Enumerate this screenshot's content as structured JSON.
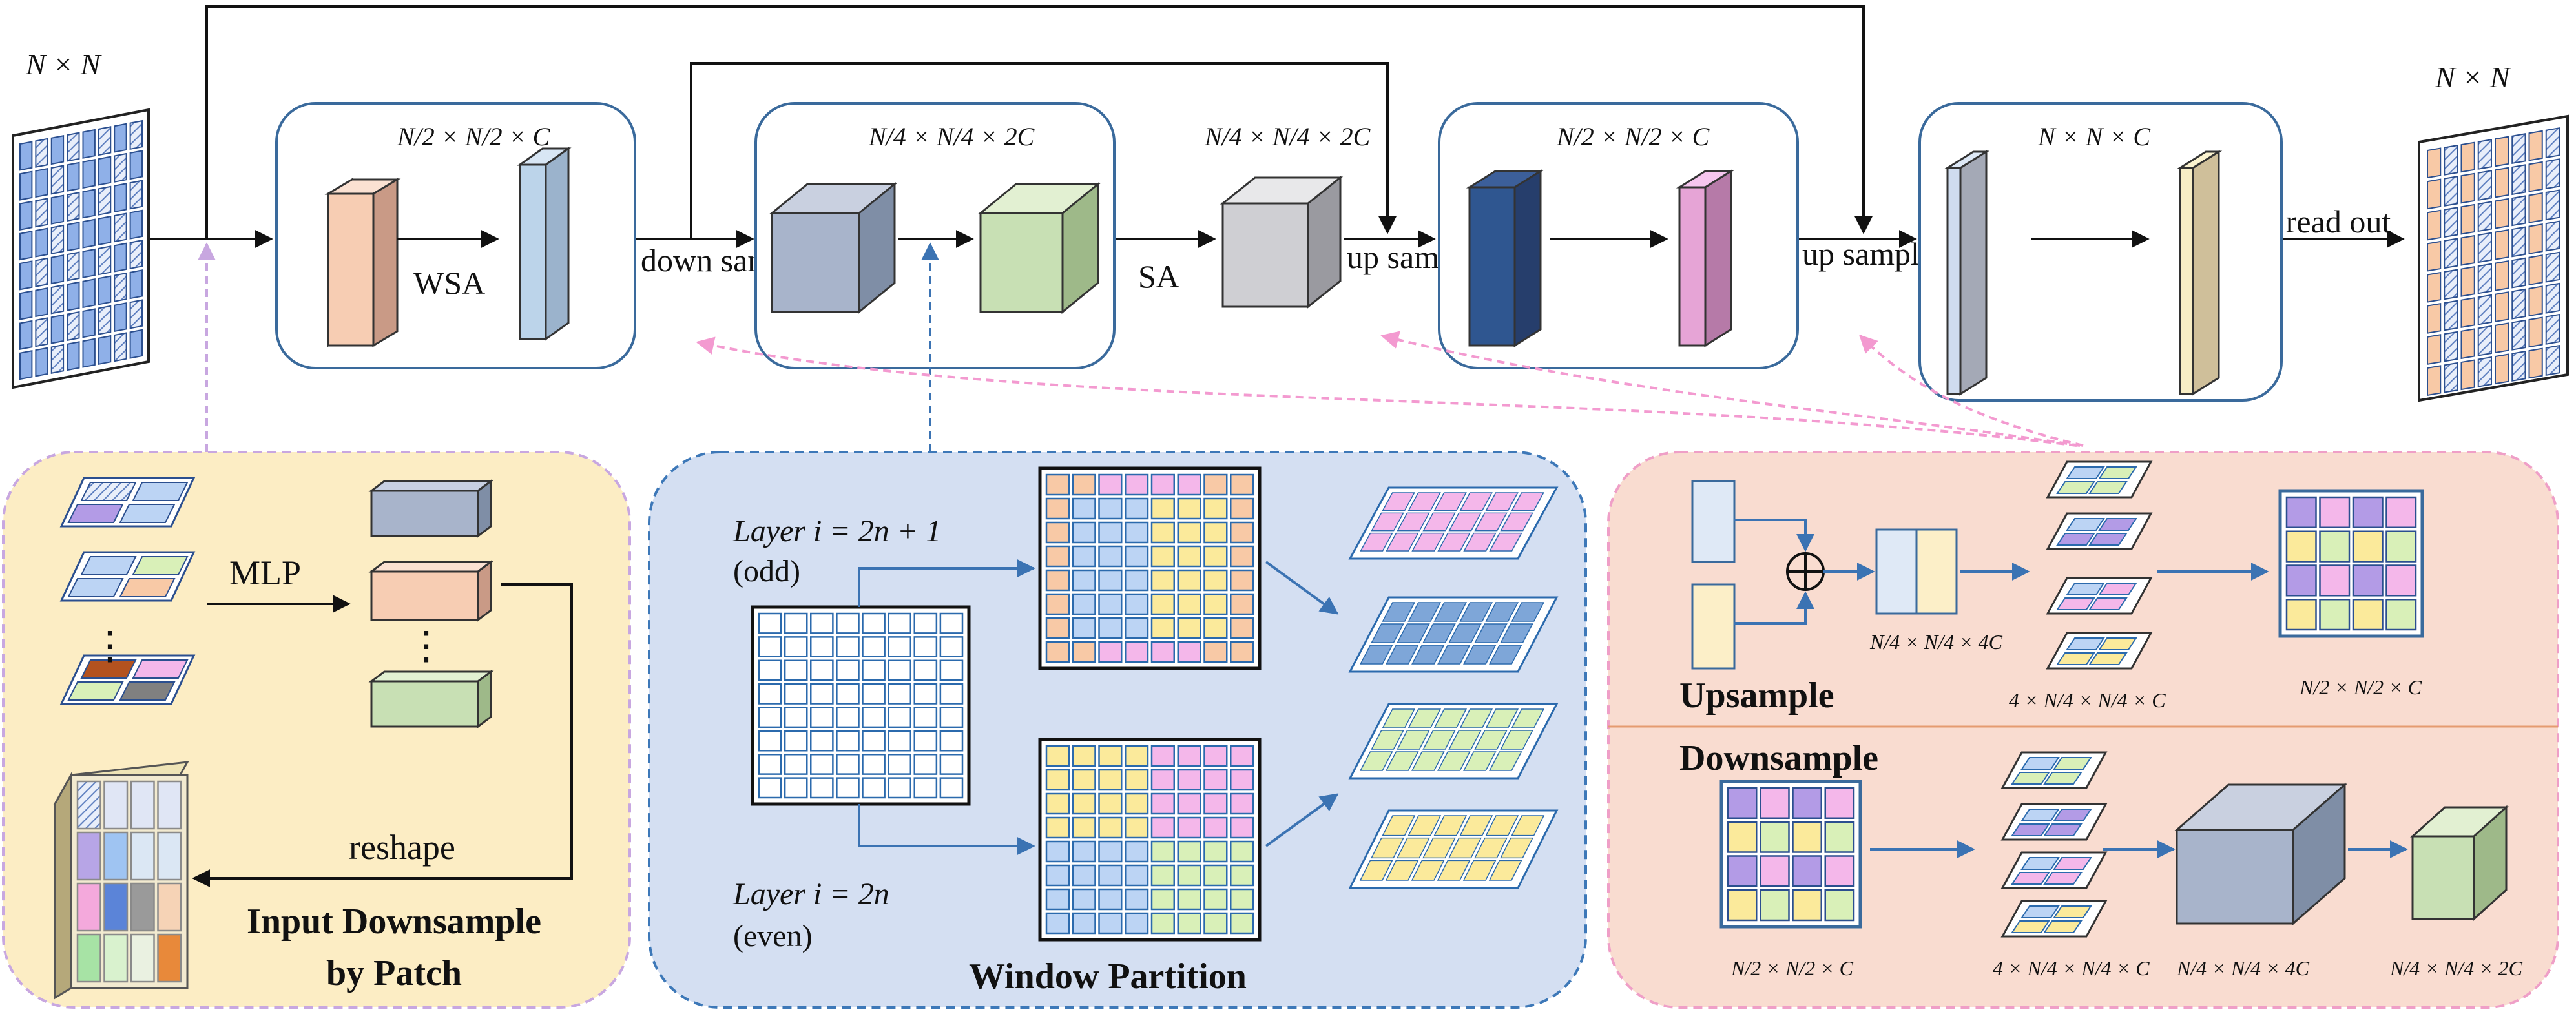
{
  "input": {
    "size_label": "N × N"
  },
  "output": {
    "size_label": "N × N"
  },
  "pipeline": {
    "block1": {
      "dim_label": "N/2 × N/2 × C",
      "op": "WSA"
    },
    "down_sample": "down sample",
    "block2": {
      "dim_label": "N/4 × N/4 × 2C"
    },
    "sa": {
      "dim_label": "N/4 × N/4 × 2C",
      "op": "SA"
    },
    "up_sample_1": "up sample",
    "block3": {
      "dim_label": "N/2 × N/2 × C"
    },
    "up_sample_2": "up sample",
    "block4": {
      "dim_label": "N × N × C"
    },
    "read_out": "read out"
  },
  "input_downsample": {
    "title_line1": "Input Downsample",
    "title_line2": "by Patch",
    "mlp": "MLP",
    "reshape": "reshape"
  },
  "window_partition": {
    "title": "Window Partition",
    "odd_label_1": "Layer  i = 2n + 1",
    "odd_label_2": "(odd)",
    "even_label_1": "Layer  i = 2n",
    "even_label_2": "(even)"
  },
  "sampling": {
    "upsample_title": "Upsample",
    "downsample_title": "Downsample",
    "up_dim_concat": "N/4 × N/4 × 4C",
    "up_dim_stack": "4 × N/4 × N/4 × C",
    "up_dim_out": "N/2 × N/2 × C",
    "down_dim_in": "N/2 × N/2 × C",
    "down_dim_stack": "4 × N/4 × N/4 × C",
    "down_dim_concat": "N/4 × N/4 × 4C",
    "down_dim_out": "N/4 × N/4 × 2C"
  },
  "colors": {
    "blue_panel": "#d4dff2",
    "blue_border": "#3d78b8",
    "yellow_panel": "#fcedc4",
    "yellow_border": "#c8a7e0",
    "pink_panel": "#f9dcd0",
    "pink_border": "#ef9fc7",
    "block_border": "#3a6a9c",
    "arrow_blue": "#3b73b3",
    "arrow_pink": "#f39ad0"
  }
}
